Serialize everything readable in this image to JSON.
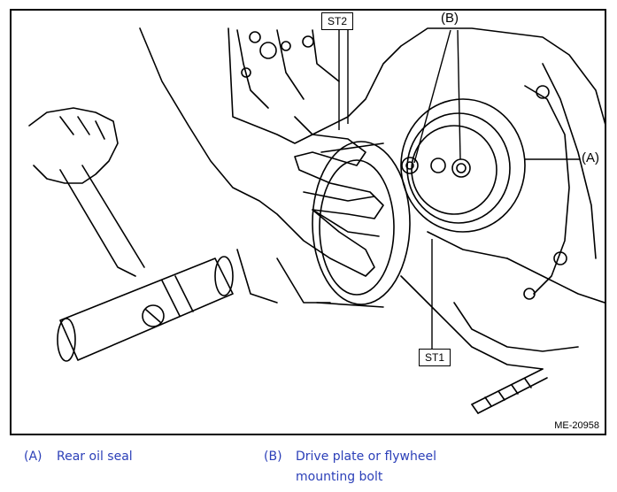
{
  "figure": {
    "id_label": "ME-20958",
    "callouts": {
      "st2": "ST2",
      "st1": "ST1",
      "b": "(B)",
      "a": "(A)"
    }
  },
  "legend": [
    {
      "key": "(A)",
      "text": "Rear oil seal",
      "text_line2": ""
    },
    {
      "key": "(B)",
      "text": "Drive plate or flywheel",
      "text_line2": "mounting bolt"
    }
  ],
  "colors": {
    "legend_text": "#2b3fb8",
    "line_art": "#000000"
  }
}
